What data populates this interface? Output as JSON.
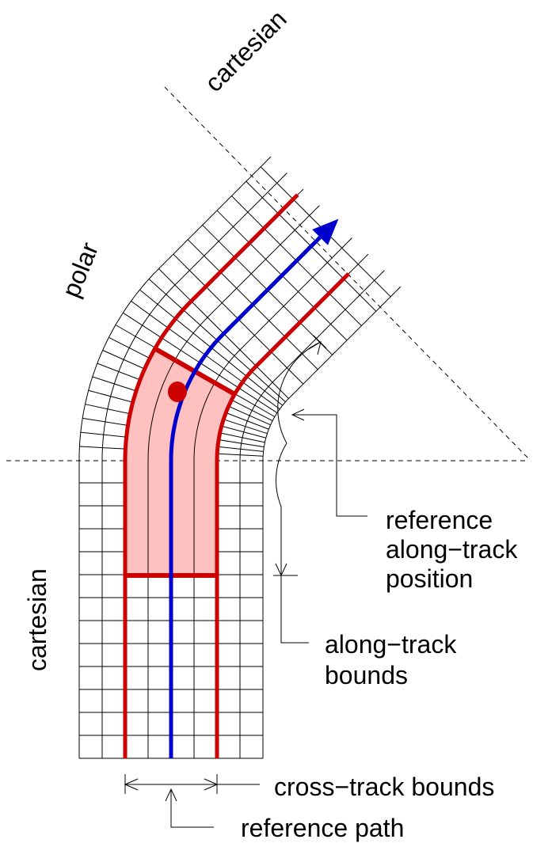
{
  "labels": {
    "cartesian_top": "cartesian",
    "polar": "polar",
    "cartesian_left": "cartesian",
    "reference_along_track_position": [
      "reference",
      "along−track",
      "position"
    ],
    "along_track_bounds": [
      "along−track",
      "bounds"
    ],
    "cross_track_bounds": "cross−track bounds",
    "reference_path": "reference path"
  },
  "colors": {
    "reference_path": "#0000cc",
    "bounds": "#cc0000",
    "region_fill": "#ffc0c0",
    "grid": "#000000"
  }
}
